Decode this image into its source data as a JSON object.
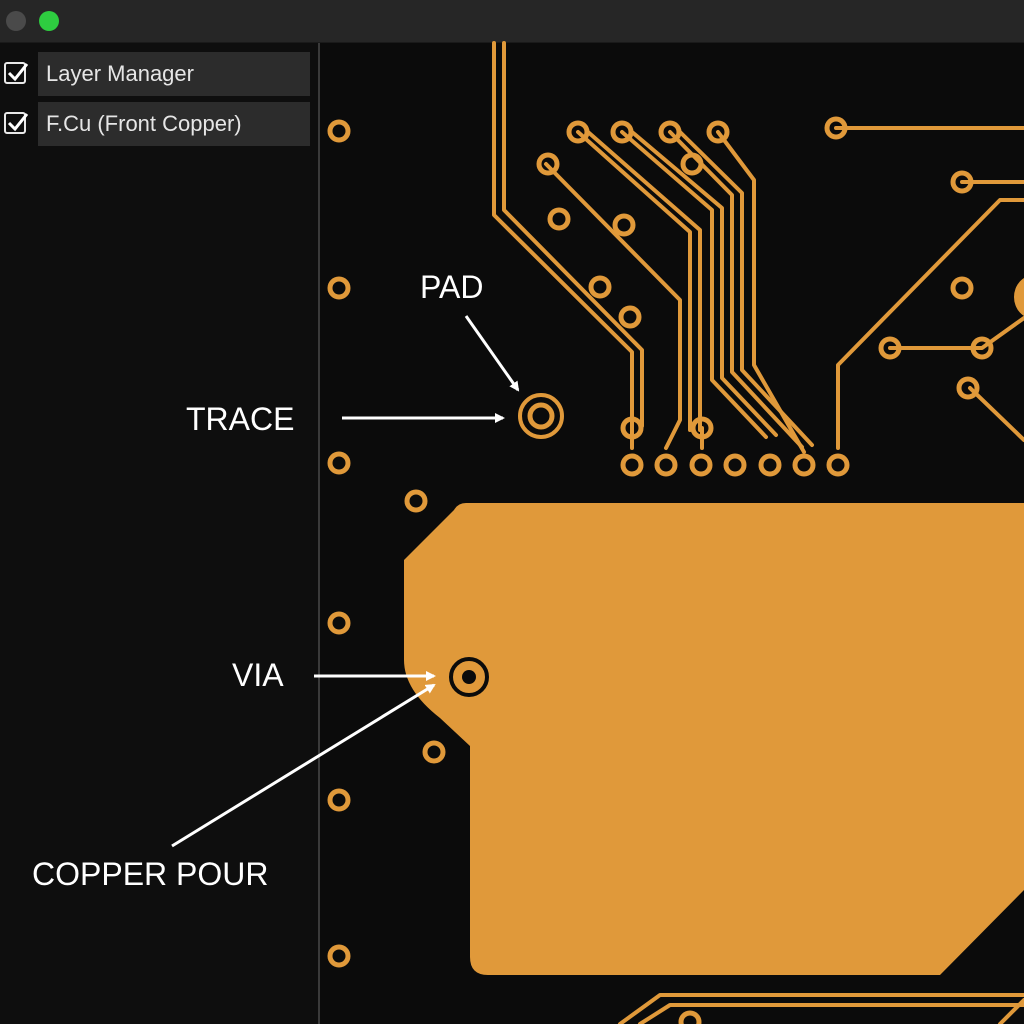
{
  "window": {
    "buttons": [
      "close",
      "zoom"
    ]
  },
  "layers_panel": {
    "items": [
      {
        "label": "Layer Manager",
        "checked": true
      },
      {
        "label": "F.Cu (Front Copper)",
        "checked": true
      }
    ]
  },
  "annotations": {
    "pad": "PAD",
    "trace": "TRACE",
    "via": "VIA",
    "copper_pour": "COPPER POUR"
  },
  "colors": {
    "copper": "#e0993a",
    "board_background": "#0b0b0b",
    "panel_background": "#0e0e0e",
    "titlebar": "#262626",
    "annotation": "#ffffff"
  }
}
